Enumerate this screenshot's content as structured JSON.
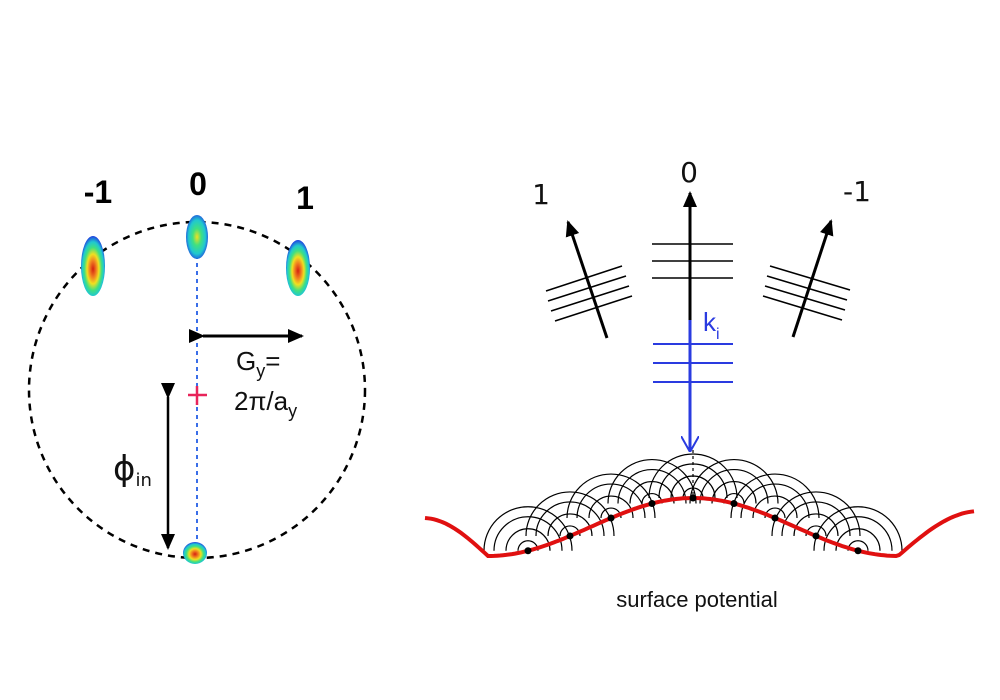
{
  "left_panel": {
    "order_labels": [
      "-1",
      "0",
      "1"
    ],
    "g_label": {
      "text": "G",
      "sub": "y",
      "tail": "="
    },
    "g_formula": {
      "text": "2π/a",
      "sub": "y"
    },
    "phi_label": {
      "text": "ϕ",
      "sub": "in"
    }
  },
  "right_panel": {
    "order_labels": [
      "1",
      "0",
      "-1"
    ],
    "k_label": {
      "text": "k",
      "sub": "i"
    },
    "caption": "surface potential"
  },
  "colors": {
    "surface": "#e01010",
    "incident": "#2a3be0",
    "center_mark": "#e8245a",
    "axis_dashed": "#3a6ee8",
    "spot_core": "#d42010",
    "spot_mid": "#f0e020",
    "spot_outer": "#20c8d0",
    "spot_edge": "#2040e0"
  }
}
